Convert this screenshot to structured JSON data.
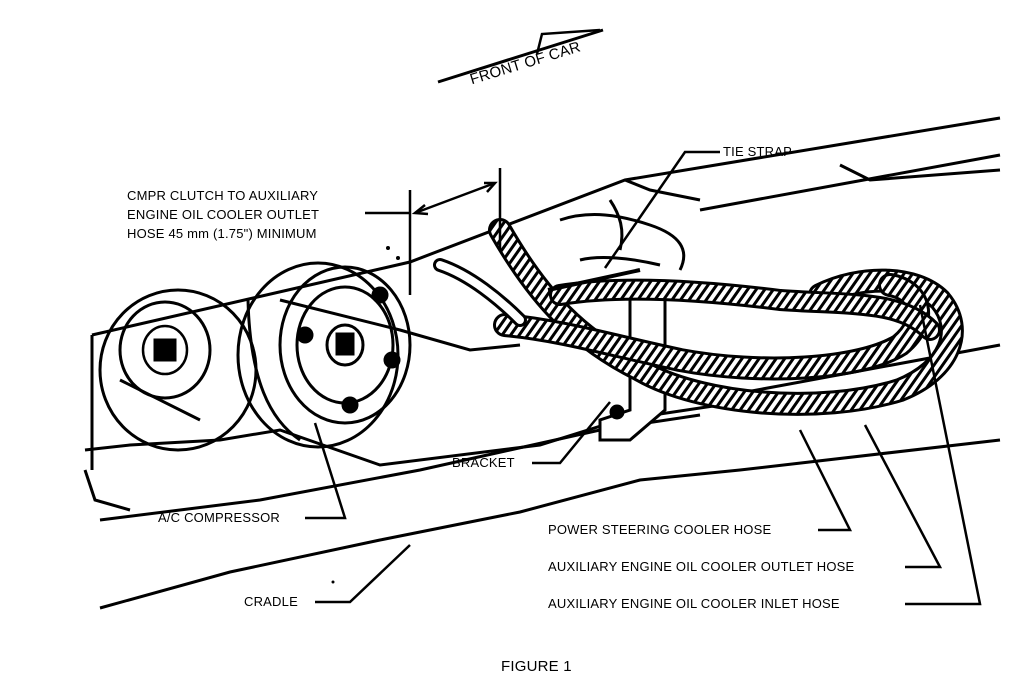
{
  "direction_label": "FRONT OF CAR",
  "labels": {
    "tie_strap": "TIE STRAP",
    "clearance_line1": "CMPR CLUTCH TO AUXILIARY",
    "clearance_line2": "ENGINE OIL COOLER OUTLET",
    "clearance_line3": "HOSE 45 mm (1.75\") MINIMUM",
    "bracket": "BRACKET",
    "ac_compressor": "A/C COMPRESSOR",
    "cradle": "CRADLE",
    "power_steering_hose": "POWER STEERING COOLER HOSE",
    "outlet_hose": "AUXILIARY ENGINE OIL COOLER OUTLET HOSE",
    "inlet_hose": "AUXILIARY ENGINE OIL COOLER INLET HOSE"
  },
  "caption": "FIGURE 1"
}
